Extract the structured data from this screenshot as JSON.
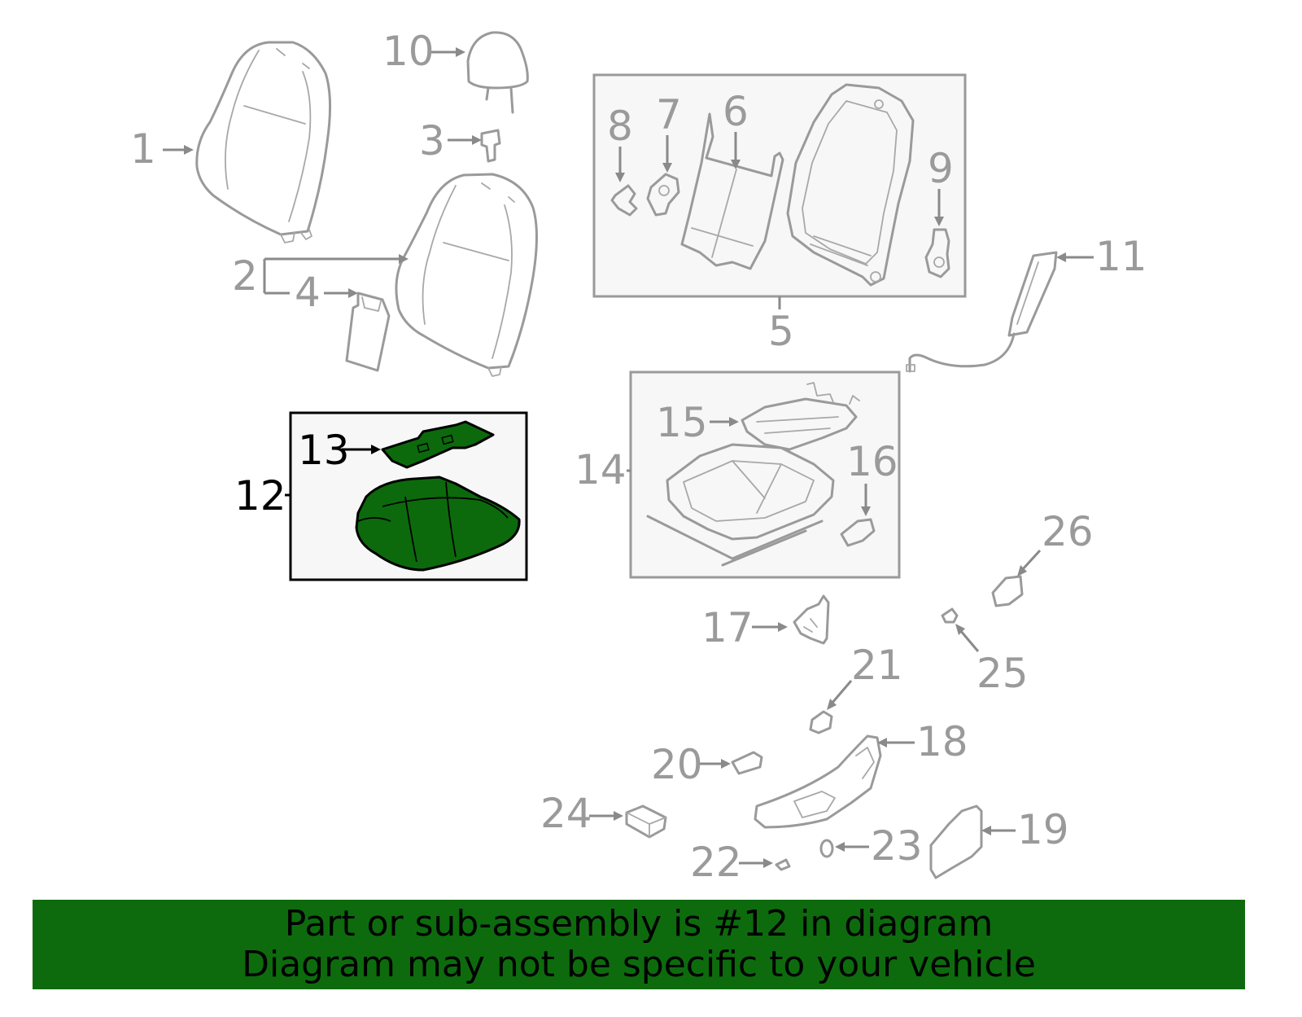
{
  "colors": {
    "highlight": "#0c6a0c",
    "banner": "#0d6b0d",
    "line_gray": "#9a9a9a",
    "text_gray": "#9a9a9a",
    "highlight_text": "#000000"
  },
  "callouts": {
    "c1": "1",
    "c2": "2",
    "c3": "3",
    "c4": "4",
    "c5": "5",
    "c6": "6",
    "c7": "7",
    "c8": "8",
    "c9": "9",
    "c10": "10",
    "c11": "11",
    "c12": "12",
    "c13": "13",
    "c14": "14",
    "c15": "15",
    "c16": "16",
    "c17": "17",
    "c18": "18",
    "c19": "19",
    "c20": "20",
    "c21": "21",
    "c22": "22",
    "c23": "23",
    "c24": "24",
    "c25": "25",
    "c26": "26"
  },
  "highlighted_part": "12",
  "footer": {
    "line1": "Part or sub-assembly is #12 in diagram",
    "line2": "Diagram may not be specific to your vehicle"
  }
}
